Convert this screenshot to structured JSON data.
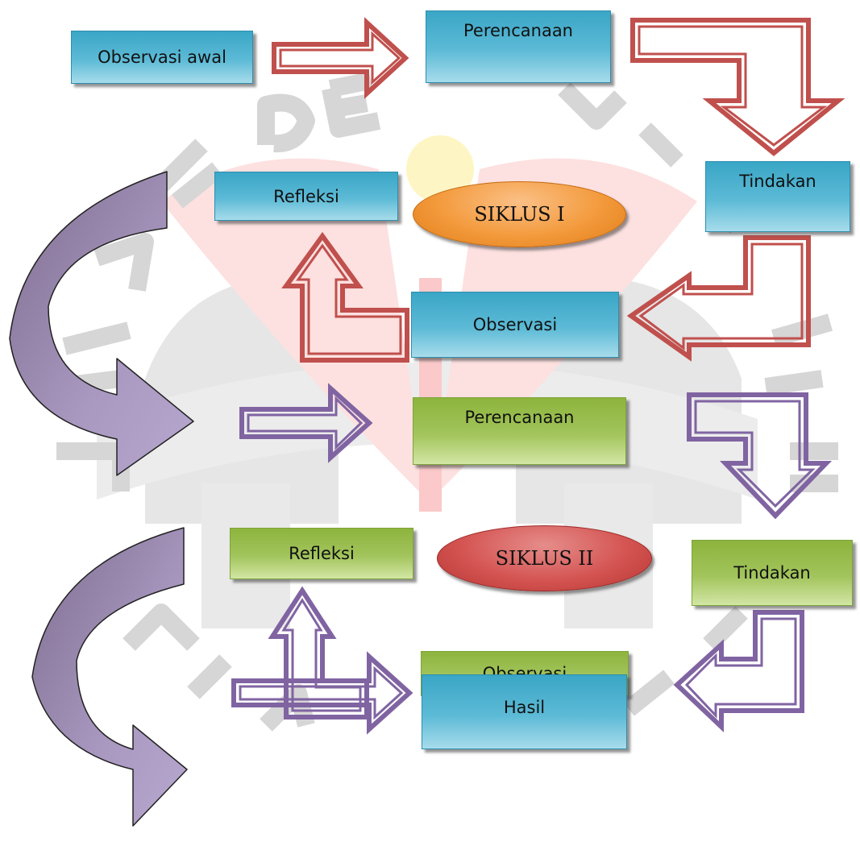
{
  "diagram": {
    "boxes": {
      "observasi_awal": "Observasi awal",
      "perencanaan_1": "Perencanaan",
      "tindakan_1": "Tindakan",
      "observasi_1": "Observasi",
      "refleksi_1": "Refleksi",
      "perencanaan_2": "Perencanaan",
      "tindakan_2": "Tindakan",
      "observasi_2": "Observasi",
      "refleksi_2": "Refleksi",
      "hasil": "Hasil"
    },
    "cycles": {
      "cycle_1": "SIKLUS I",
      "cycle_2": "SIKLUS II"
    },
    "watermark_text": "UNIVERSITAS PENDIDIKAN INDONESIA PERPUSTAKAAN"
  },
  "colors": {
    "cycle_1_box": "#4bb0ce",
    "cycle_2_box": "#9bbb59",
    "cycle_1_arrow": "#c0504d",
    "cycle_2_arrow": "#8064a2",
    "curved_arrow": "#9b8db0",
    "siklus_1_oval": "#f39a3c",
    "siklus_2_oval": "#d45452"
  }
}
